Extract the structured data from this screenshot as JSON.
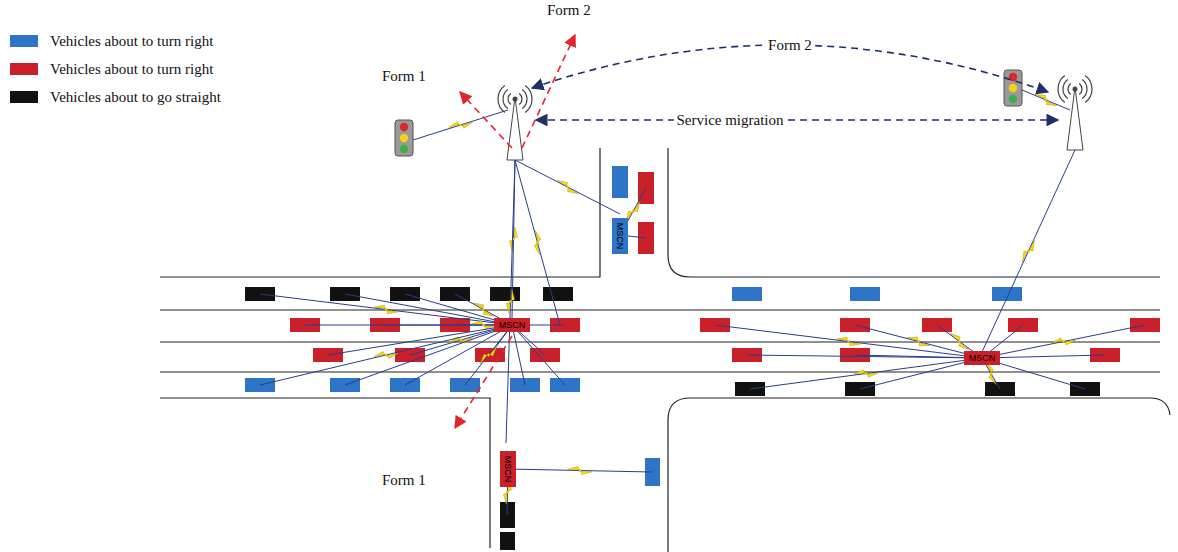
{
  "diagram": {
    "nodes": [
      {
        "text": [
          "MSCN"
        ]
      },
      {
        "text": [
          "MSCN"
        ]
      },
      {
        "text": [
          "MSCN"
        ]
      },
      {
        "text": [
          "MSCN"
        ]
      }
    ],
    "labels": [
      "Form 2",
      "Form 1",
      "Form 2",
      "Service migration",
      "Form 1"
    ],
    "legend": [
      {
        "text": "Vehicles about to turn right",
        "color": "#2e75c7"
      },
      {
        "text": "Vehicles about to turn right",
        "color": "#c9202a"
      },
      {
        "text": "Vehicles about to go straight",
        "color": "#111111"
      }
    ]
  }
}
